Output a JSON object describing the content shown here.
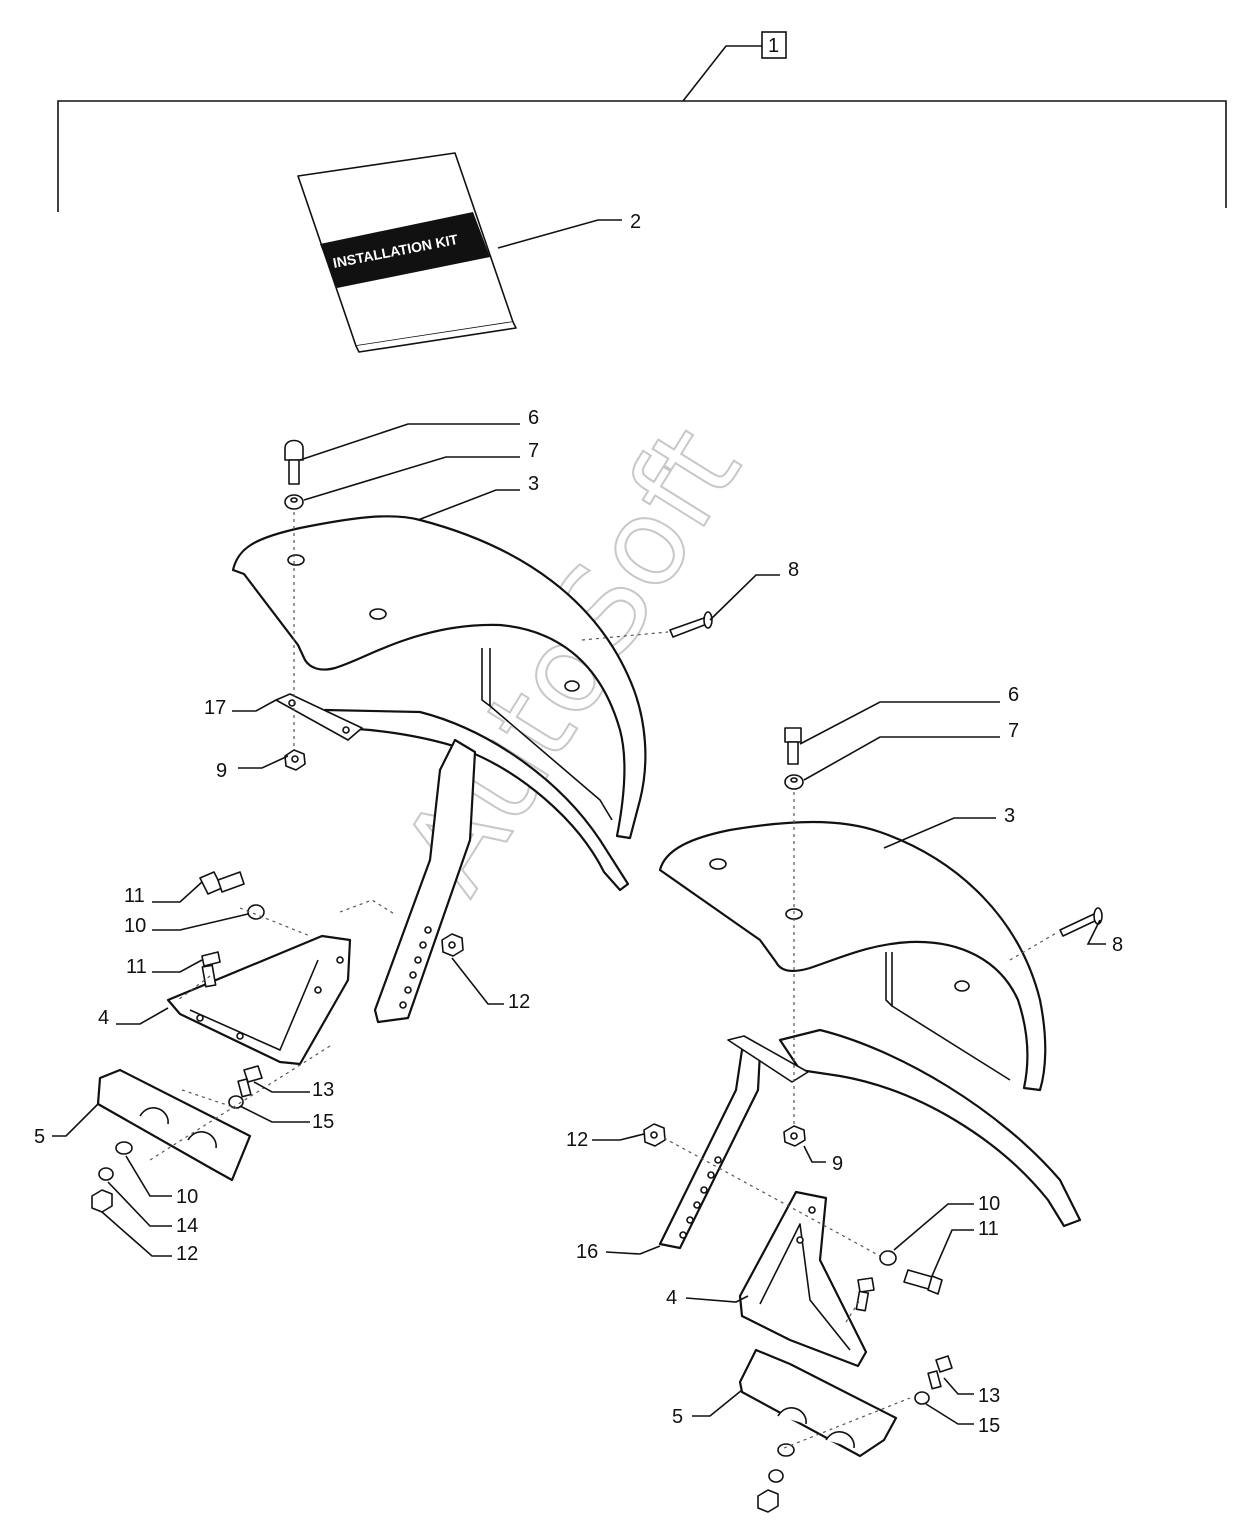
{
  "diagram": {
    "watermark": "AutoSoft",
    "booklet_text": "INSTALLATION KIT",
    "callouts": [
      {
        "id": "c1",
        "text": "1"
      },
      {
        "id": "c2",
        "text": "2"
      },
      {
        "id": "c6a",
        "text": "6"
      },
      {
        "id": "c7a",
        "text": "7"
      },
      {
        "id": "c3a",
        "text": "3"
      },
      {
        "id": "c8a",
        "text": "8"
      },
      {
        "id": "c17",
        "text": "17"
      },
      {
        "id": "c9a",
        "text": "9"
      },
      {
        "id": "c6b",
        "text": "6"
      },
      {
        "id": "c7b",
        "text": "7"
      },
      {
        "id": "c3b",
        "text": "3"
      },
      {
        "id": "c11a",
        "text": "11"
      },
      {
        "id": "c10a",
        "text": "10"
      },
      {
        "id": "c11b",
        "text": "11"
      },
      {
        "id": "c12a",
        "text": "12"
      },
      {
        "id": "c4a",
        "text": "4"
      },
      {
        "id": "c8b",
        "text": "8"
      },
      {
        "id": "c13a",
        "text": "13"
      },
      {
        "id": "c15a",
        "text": "15"
      },
      {
        "id": "c5a",
        "text": "5"
      },
      {
        "id": "c12b",
        "text": "12"
      },
      {
        "id": "c9b",
        "text": "9"
      },
      {
        "id": "c10b",
        "text": "10"
      },
      {
        "id": "c14",
        "text": "14"
      },
      {
        "id": "c12c",
        "text": "12"
      },
      {
        "id": "c10c",
        "text": "10"
      },
      {
        "id": "c11c",
        "text": "11"
      },
      {
        "id": "c16",
        "text": "16"
      },
      {
        "id": "c4b",
        "text": "4"
      },
      {
        "id": "c13b",
        "text": "13"
      },
      {
        "id": "c5b",
        "text": "5"
      },
      {
        "id": "c15b",
        "text": "15"
      }
    ]
  }
}
